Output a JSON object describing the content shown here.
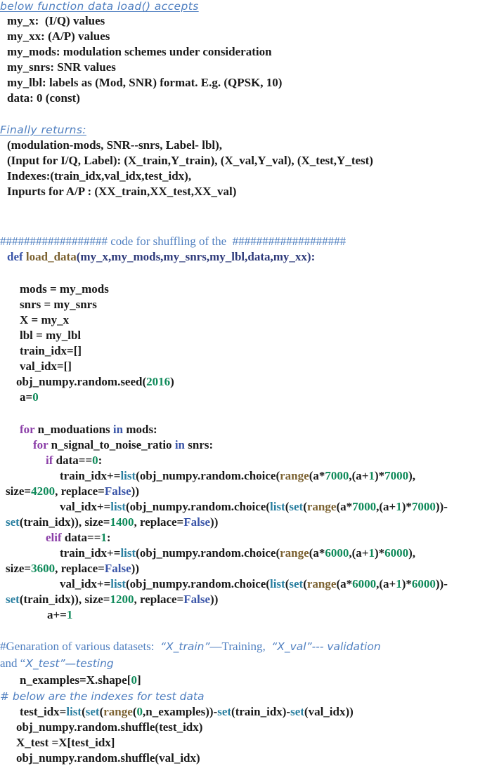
{
  "header": {
    "title": "below function data load() accepts"
  },
  "params": [
    "my_x:  (I/Q) values",
    "my_xx: (A/P) values",
    "my_mods: modulation schemes under consideration",
    "my_snrs: SNR values",
    "my_lbl: labels as (Mod, SNR) format. E.g. (QPSK, 10)",
    "data: 0 (const)"
  ],
  "returns": {
    "title": "Finally returns:",
    "items": [
      "(modulation-mods, SNR--snrs, Label- lbl),",
      "(Input for I/Q, Label): (X_train,Y_train), (X_val,Y_val), (X_test,Y_test)",
      "Indexes:(train_idx,val_idx,test_idx),",
      "Inpurts for A/P : (XX_train,XX_test,XX_val)"
    ]
  },
  "code": {
    "section_comment": "################## code for shuffling of the  ###################",
    "def_kw": "def",
    "func_name": "load_data",
    "func_params": "(my_x,my_mods,my_snrs,my_lbl,data,my_xx):",
    "assign_lines": [
      "mods = my_mods",
      "snrs = my_snrs",
      "X = my_x",
      "lbl = my_lbl",
      "train_idx=[]",
      "val_idx=[]"
    ],
    "seed_prefix": "obj_numpy.random.seed(",
    "seed_value": "2016",
    "seed_suffix": ")",
    "a_init": "a=",
    "a_init_val": "0",
    "loop1": {
      "kw": "for",
      "var": " n_moduations ",
      "in": "in",
      "rest": " mods:"
    },
    "loop2": {
      "kw": "for",
      "var": " n_signal_to_noise_ratio ",
      "in": "in",
      "rest": " snrs:"
    },
    "if_kw": "if",
    "if_cond": " data==",
    "if_val": "0",
    "elif_kw": "elif",
    "elif_cond": " data==",
    "elif_val": "1",
    "seg": {
      "train_pre": "train_idx+=",
      "val_pre": "val_idx+=",
      "list": "list",
      "set": "set",
      "range": "range",
      "choice": "(obj_numpy.random.choice(",
      "a_mul": "(a*",
      "a_plus": ",(a+",
      "one": "1",
      "close_mul": ")*",
      "close_comma": "),",
      "close_minus": "))-",
      "set_train": "(train_idx)), size=",
      "size_pre": "size=",
      "replace": ", replace=",
      "false": "False",
      "close2": "))",
      "n7000": "7000",
      "n6000": "6000",
      "s4200": "4200",
      "s1400": "1400",
      "s3600": "3600",
      "s1200": "1200"
    },
    "a_inc": "a+=",
    "a_inc_val": "1"
  },
  "gen_comment": {
    "prefix": "#Genaration of various datasets:  ",
    "x_train": "“X_train”",
    "training": "—Training,  ",
    "x_val": "“X_val”--- validation",
    "and": "and “",
    "x_test": "X_test”—testing"
  },
  "tail": {
    "n_examples_pre": "n_examples=X.shape[",
    "n_examples_val": "0",
    "n_examples_suf": "]",
    "test_comment": "# below are the indexes for test data",
    "test_idx_pre": "test_idx=",
    "test_list": "list",
    "test_set1": "set",
    "test_range": "range",
    "test_zero": "0",
    "test_mid": ",n_examples))-",
    "test_set2": "set",
    "test_mid2": "(train_idx)-",
    "test_set3": "set",
    "test_end": "(val_idx))",
    "shuffle_test": "obj_numpy.random.shuffle(test_idx)",
    "x_test": "X_test =X[test_idx]",
    "shuffle_val": "obj_numpy.random.shuffle(val_idx)"
  }
}
